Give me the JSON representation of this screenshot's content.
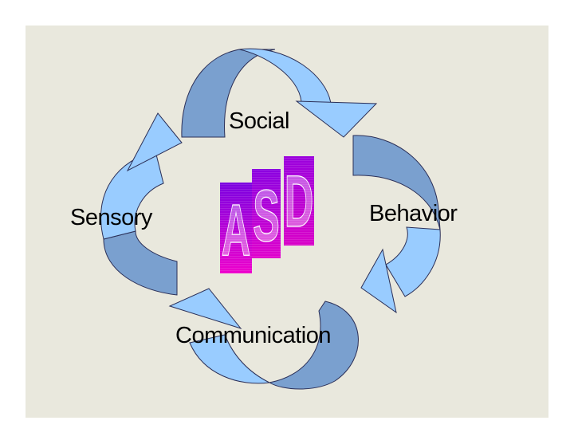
{
  "diagram": {
    "center_letters": [
      "A",
      "S",
      "D"
    ],
    "nodes": {
      "social": "Social",
      "behavior": "Behavior",
      "communication": "Communication",
      "sensory": "Sensory"
    }
  },
  "colors": {
    "slide_background": "#e9e8dd",
    "arrow_light": "#99ccff",
    "arrow_dark": "#7aa0cf",
    "arrow_outline": "#2b2f57",
    "asd_magenta": "#e600c8",
    "asd_violet": "#7a00e0"
  }
}
